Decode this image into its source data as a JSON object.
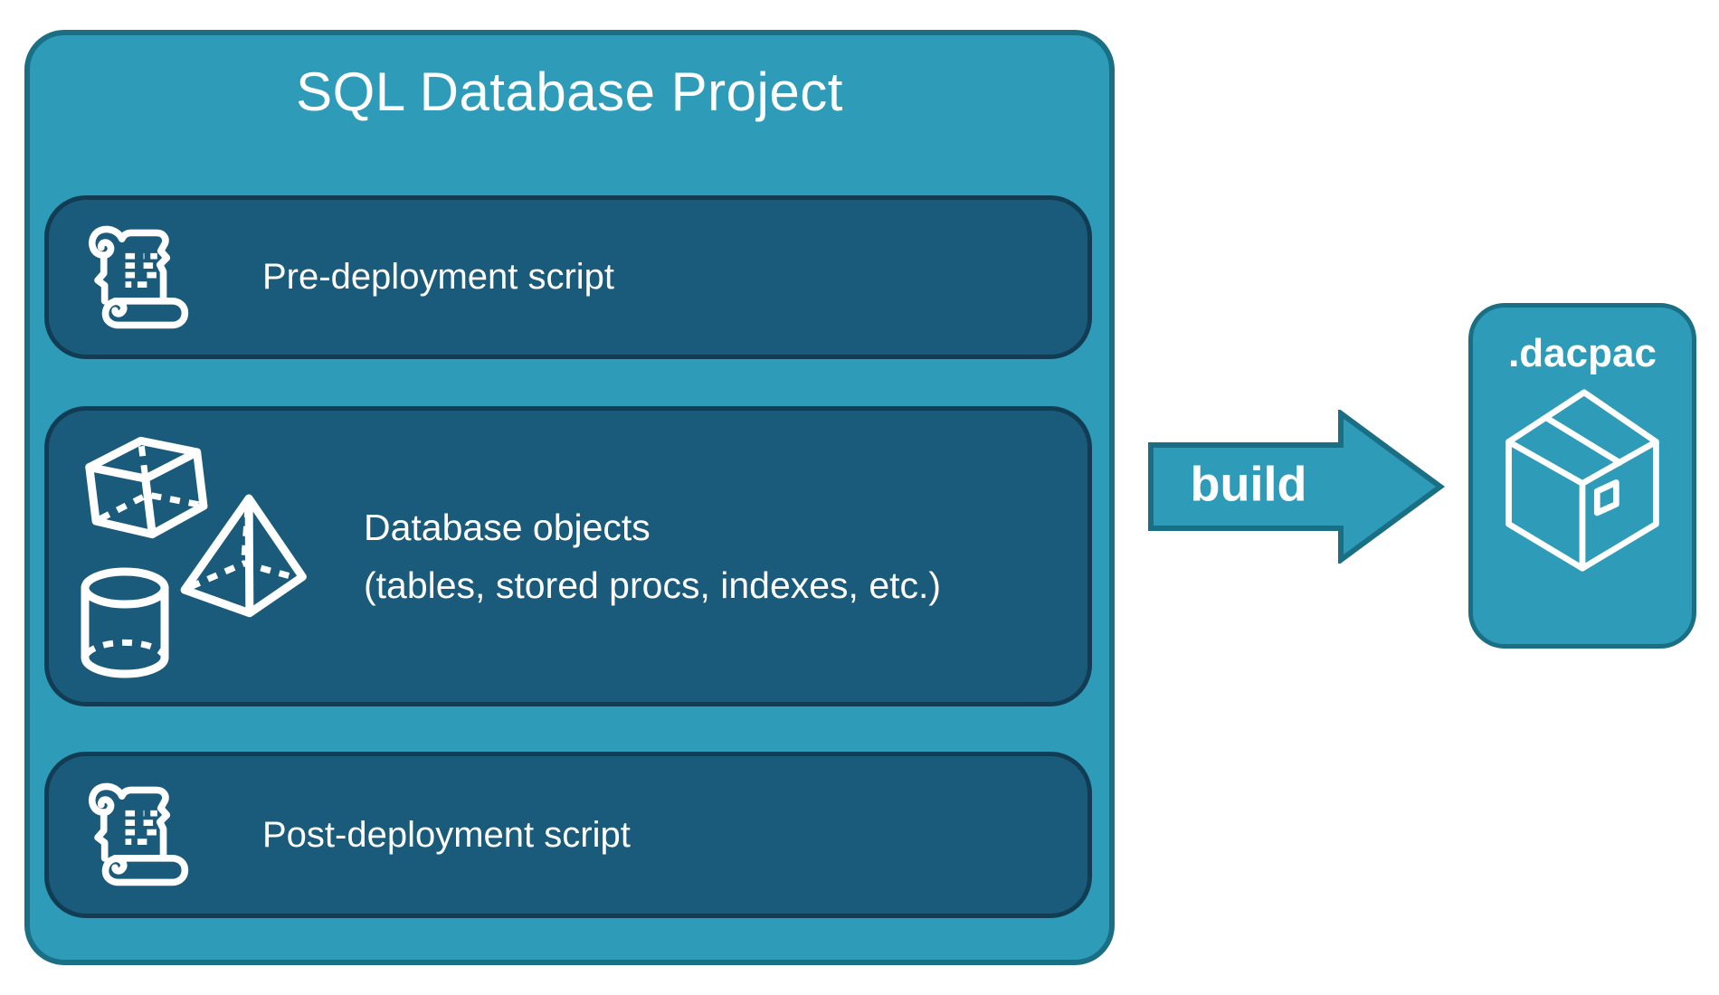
{
  "colors": {
    "teal_fill": "#2E9CB8",
    "teal_border": "#1A6F85",
    "panel_fill": "#1A5A7A",
    "panel_border": "#113C54",
    "text": "#FFFFFF"
  },
  "project": {
    "title": "SQL Database Project",
    "boxes": [
      {
        "label": "Pre-deployment script",
        "icon": "scroll-icon"
      },
      {
        "label_line1": "Database objects",
        "label_line2": "(tables, stored procs, indexes, etc.)",
        "icon": "database-shapes-icon"
      },
      {
        "label": "Post-deployment script",
        "icon": "scroll-icon"
      }
    ]
  },
  "build_arrow": {
    "label": "build",
    "direction": "right"
  },
  "dacpac": {
    "label": ".dacpac",
    "icon": "package-icon"
  }
}
